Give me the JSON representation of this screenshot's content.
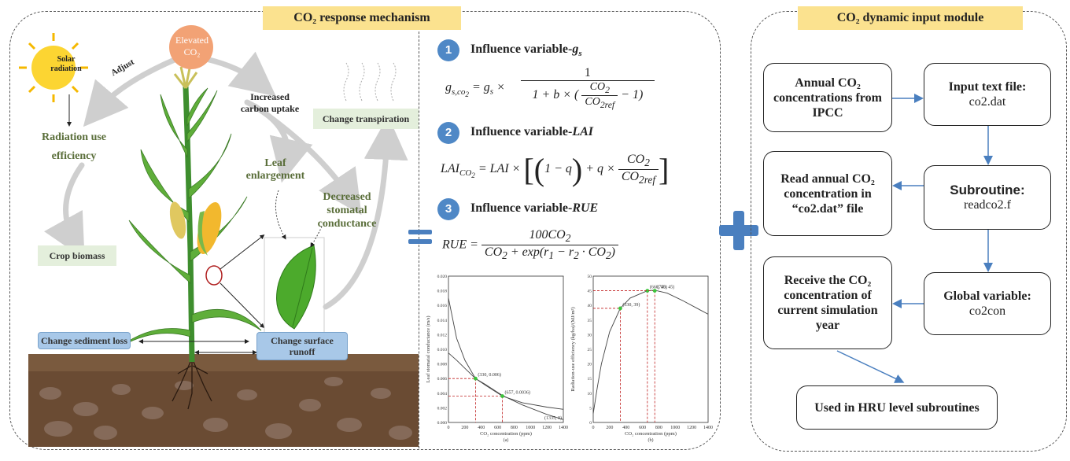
{
  "left_panel": {
    "banner": "CO₂ response mechanism",
    "elevated_co2": "Elevated CO₂",
    "solar_radiation": "Solar radiation",
    "adjust": "Adjust",
    "increased_carbon_uptake": "Increased carbon uptake",
    "change_transpiration": "Change transpiration",
    "radiation_use_efficiency": "Radiation use efficiency",
    "leaf_enlargement": "Leaf enlargement",
    "decreased_stomatal_conductance": "Decreased stomatal conductance",
    "crop_biomass": "Crop biomass",
    "change_sediment_loss": "Change sediment loss",
    "change_surface_runoff": "Change surface runoff"
  },
  "influences": [
    {
      "num": "1",
      "title": "Influence variable-",
      "var": "g",
      "var_sub": "s"
    },
    {
      "num": "2",
      "title": "Influence variable-",
      "var": "LAI",
      "var_sub": ""
    },
    {
      "num": "3",
      "title": "Influence variable-",
      "var": "RUE",
      "var_sub": ""
    }
  ],
  "chart_data": [
    {
      "type": "line",
      "xlabel": "CO₂ concentration (ppm)",
      "ylabel": "Leaf stomatal conductance (m/s)",
      "xlim": [
        0,
        1400
      ],
      "ylim": [
        0,
        0.02
      ],
      "xticks": [
        0,
        200,
        400,
        600,
        800,
        1000,
        1200,
        1400
      ],
      "yticks": [
        0.0,
        0.002,
        0.004,
        0.006,
        0.008,
        0.01,
        0.012,
        0.014,
        0.016,
        0.018,
        0.02
      ],
      "sublabel": "(a)",
      "series": [
        {
          "x": [
            0,
            100,
            200,
            330,
            450,
            657,
            900,
            1200,
            1400
          ],
          "y": [
            0.017,
            0.0115,
            0.0085,
            0.006,
            0.0051,
            0.0036,
            0.0027,
            0.0021,
            0.0018
          ]
        },
        {
          "x": [
            0,
            100,
            200,
            330,
            450,
            657,
            900,
            1200,
            1400
          ],
          "y": [
            0.0095,
            0.0085,
            0.0074,
            0.006,
            0.0052,
            0.0037,
            0.0024,
            0.0011,
            0.0004
          ]
        }
      ],
      "points": [
        {
          "x": 330,
          "y": 0.006,
          "label": "(330, 0.006)"
        },
        {
          "x": 657,
          "y": 0.0036,
          "label": "(657, 0.0036)"
        }
      ],
      "end_label": "(1335, 0)"
    },
    {
      "type": "line",
      "xlabel": "CO₂ concentration (ppm)",
      "ylabel": "Radiation-use efficiency (kg/ha)/(MJ/m²)",
      "xlim": [
        0,
        1400
      ],
      "ylim": [
        0,
        50
      ],
      "xticks": [
        0,
        200,
        400,
        600,
        800,
        1000,
        1200,
        1400
      ],
      "yticks": [
        0,
        5,
        10,
        15,
        20,
        25,
        30,
        35,
        40,
        45,
        50
      ],
      "sublabel": "(b)",
      "series": [
        {
          "x": [
            0,
            50,
            100,
            200,
            330,
            450,
            660,
            750,
            900,
            1100,
            1300,
            1400
          ],
          "y": [
            3,
            12,
            20,
            31,
            39,
            42.5,
            45,
            45.2,
            44.2,
            41.5,
            38.5,
            37
          ]
        }
      ],
      "points": [
        {
          "x": 330,
          "y": 39,
          "label": "(330, 39)"
        },
        {
          "x": 660,
          "y": 45,
          "label": "(660, 45)"
        },
        {
          "x": 750,
          "y": 45,
          "label": "(750, 45)"
        }
      ]
    }
  ],
  "right_panel": {
    "banner": "CO₂ dynamic input module",
    "annual_co2": "Annual CO₂ concentrations from IPCC",
    "input_text_title": "Input text file:",
    "input_text_value": "co2.dat",
    "read_co2": "Read annual CO₂ concentration in “co2.dat” file",
    "subroutine_title": "Subroutine:",
    "subroutine_value": "readco2.f",
    "receive_co2": "Receive the CO₂ concentration of current simulation year",
    "global_title": "Global variable:",
    "global_value": "co2con",
    "used_in": "Used in HRU level subroutines"
  },
  "colors": {
    "arrow_blue": "#4a7fbf",
    "badge_blue": "#4f88c6",
    "banner": "#fbe28f",
    "curve_marker": "#3cc43c"
  }
}
